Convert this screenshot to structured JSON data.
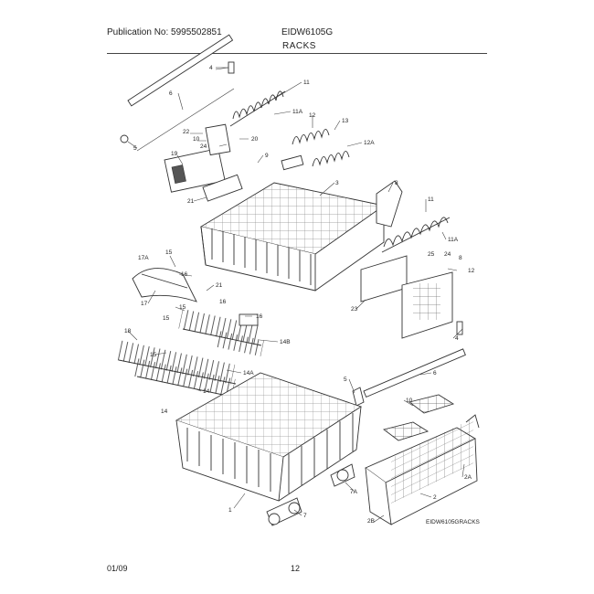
{
  "header": {
    "publication": "Publication No: 5995502851",
    "model": "EIDW6105G",
    "title": "RACKS"
  },
  "footer": {
    "date": "01/09",
    "page": "12"
  },
  "diagram_code": "EIDW6105GRACKS",
  "callouts": [
    "4",
    "6",
    "5",
    "11",
    "11A",
    "12",
    "13",
    "12A",
    "22",
    "10",
    "24",
    "20",
    "9",
    "8",
    "3",
    "19",
    "21",
    "11",
    "11A",
    "25",
    "24",
    "8",
    "12",
    "23",
    "17A",
    "15",
    "16",
    "17",
    "21",
    "15",
    "16",
    "15",
    "16",
    "14B",
    "15",
    "14A",
    "14",
    "14",
    "18",
    "4",
    "6",
    "5",
    "10",
    "1",
    "2A",
    "2",
    "7A",
    "7",
    "2B"
  ]
}
